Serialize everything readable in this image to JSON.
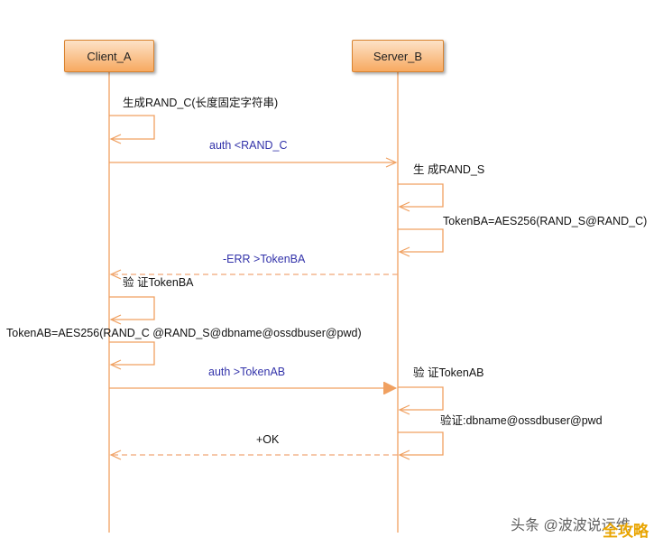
{
  "actors": {
    "client": "Client_A",
    "server": "Server_B"
  },
  "messages": {
    "m1": "生成RAND_C(长度固定字符串)",
    "m2": "auth <RAND_C",
    "m3": "生 成RAND_S",
    "m4": "TokenBA=AES256(RAND_S@RAND_C)",
    "m5": "-ERR >TokenBA",
    "m6": "验 证TokenBA",
    "m7": "TokenAB=AES256(RAND_C @RAND_S@dbname@ossdbuser@pwd)",
    "m8": "auth >TokenAB",
    "m9": "验 证TokenAB",
    "m10": "验证:dbname@ossdbuser@pwd",
    "m11": "+OK"
  },
  "watermark": {
    "text": "头条 @波波说运维",
    "logo": "全攻略"
  },
  "colors": {
    "line": "#f0a060",
    "dashed": "#f0a878",
    "box_fill_top": "#fde2c6",
    "box_fill_bottom": "#f7a960",
    "label_blue": "#3333aa"
  }
}
